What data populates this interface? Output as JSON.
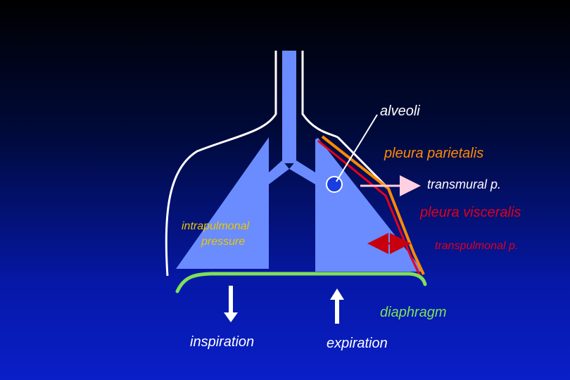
{
  "labels": {
    "alveoli": "alveoli",
    "pleura_parietalis": "pleura parietalis",
    "transmural": "transmural p.",
    "pleura_visceralis": "pleura visceralis",
    "intrapulmonal_line1": "intrapulmonal",
    "intrapulmonal_line2": "pressure",
    "transpulmonal": "transpulmonal p.",
    "diaphragm": "diaphragm",
    "inspiration": "inspiration",
    "expiration": "expiration"
  },
  "colors": {
    "lung_fill": "#6a8cff",
    "airway_fill": "#6a8cff",
    "chest_wall": "#ffffff",
    "diaphragm": "#7ee05a",
    "pleura_parietalis": "#ff8a00",
    "pleura_visceralis": "#e8001a",
    "transmural_arrow": "#ffd0e0",
    "transpulmonal_arrow": "#c8000e",
    "label_white": "#ffffff",
    "label_orange": "#ff8a00",
    "label_red": "#e0001a",
    "label_yellow": "#e8c800",
    "label_green": "#7ee05a"
  }
}
